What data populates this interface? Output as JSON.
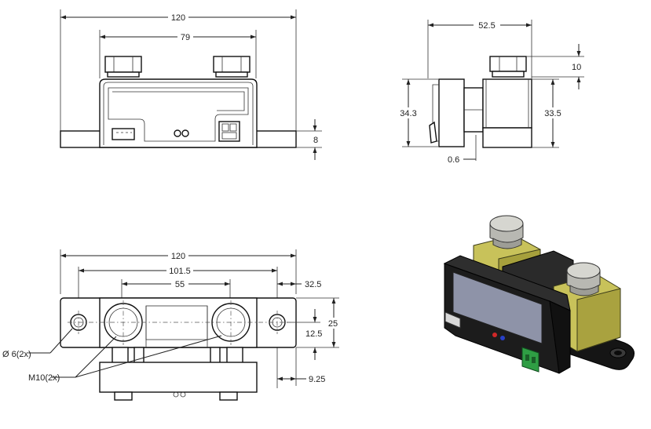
{
  "views": {
    "front": {
      "overall_width": "120",
      "inner_width": "79",
      "base_height": "8"
    },
    "side": {
      "depth": "52.5",
      "bolt_height": "10",
      "left_height": "34.3",
      "right_height": "33.5",
      "offset": "0.6"
    },
    "top": {
      "overall_width": "120",
      "hole_spacing": "101.5",
      "stud_spacing": "55",
      "edge_offset": "32.5",
      "width": "25",
      "half_width": "12.5",
      "bottom_offset": "9.25",
      "hole_label": "Ø 6(2x)",
      "stud_label": "M10(2x)"
    }
  },
  "colors": {
    "line": "#222222",
    "housing_black": "#1c1c1c",
    "busbar_yellow": "#c8c25a",
    "label_panel": "#8e93a8",
    "terminal_green": "#2f9e44",
    "bolt_grey": "#c9c9c4"
  }
}
